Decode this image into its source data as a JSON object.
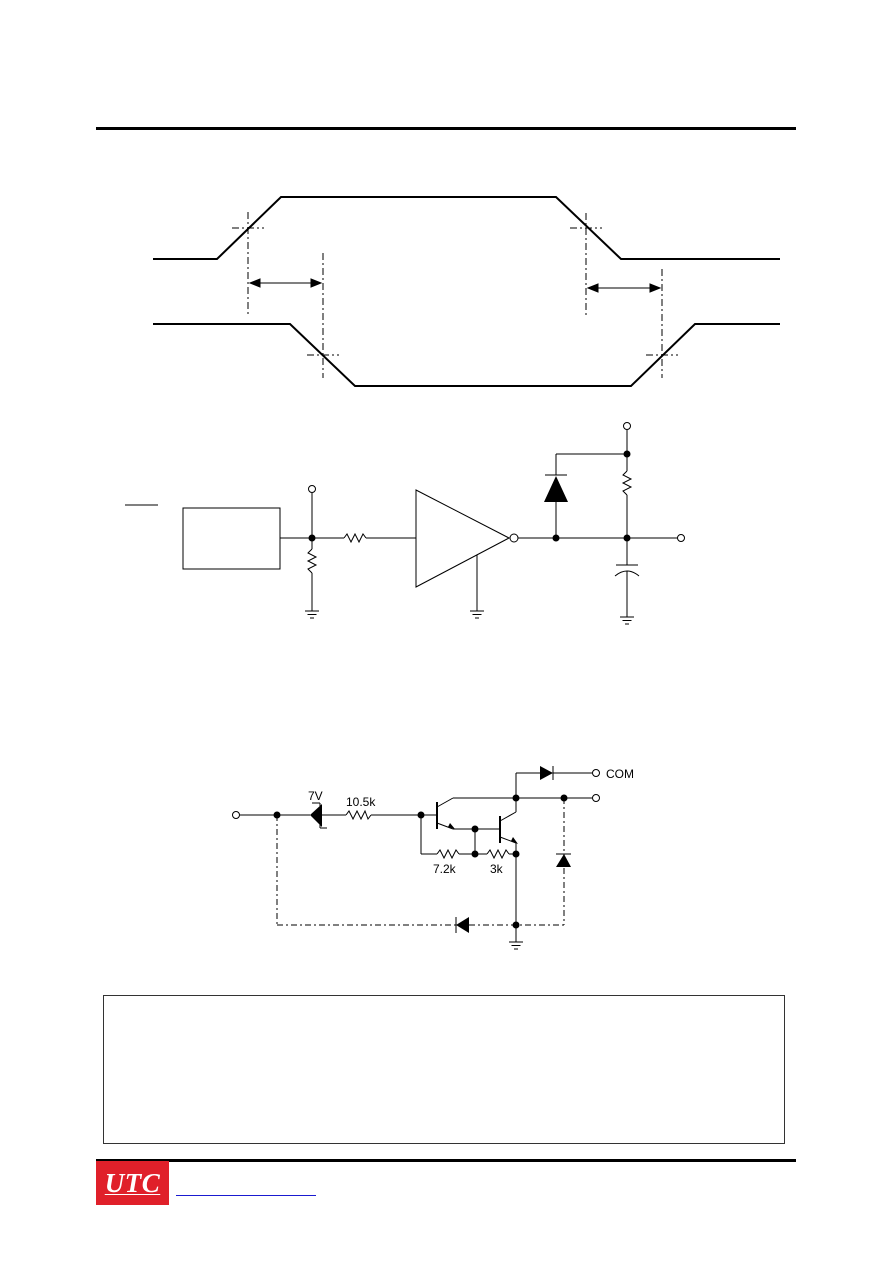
{
  "circuit_labels": {
    "zener_voltage": "7V",
    "input_resistor": "10.5k",
    "bias_resistor_1": "7.2k",
    "bias_resistor_2": "3k",
    "com_terminal": "COM"
  },
  "footer": {
    "logo_text": "UTC"
  },
  "colors": {
    "logo_background": "#e0202a",
    "link_underline": "#1a1ad0",
    "ink": "#000000"
  }
}
